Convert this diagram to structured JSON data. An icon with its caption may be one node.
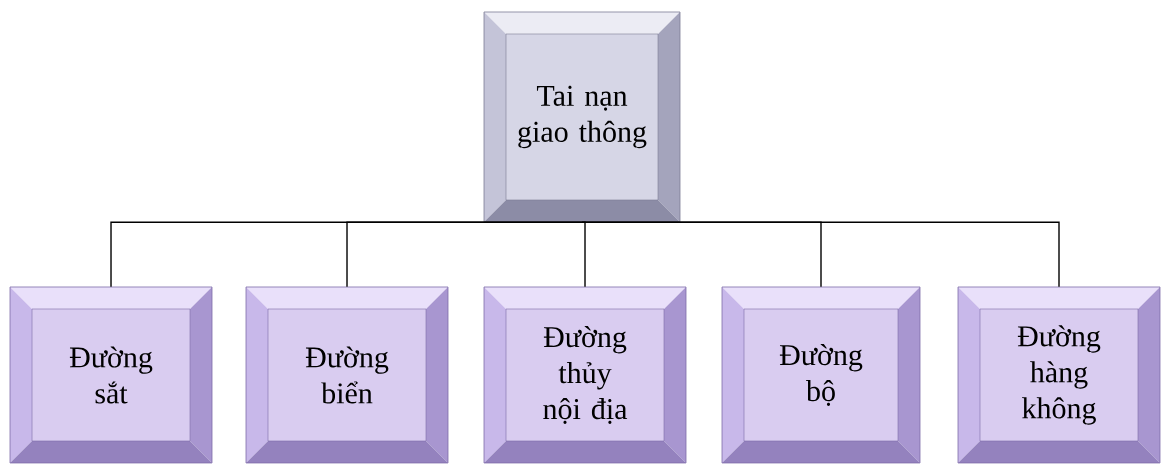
{
  "diagram": {
    "nodes": [
      {
        "text": [
          "Tai nạn giao thông"
        ]
      },
      {
        "text": [
          "Đường sắt"
        ]
      },
      {
        "text": [
          "Đường biển"
        ]
      },
      {
        "text": [
          "Đường thủy nội địa"
        ]
      },
      {
        "text": [
          "Đường bộ"
        ]
      },
      {
        "text": [
          "Đường hàng không"
        ]
      }
    ],
    "edges": [
      {
        "from": 0,
        "to": 1,
        "arrow": "none"
      },
      {
        "from": 0,
        "to": 2,
        "arrow": "none"
      },
      {
        "from": 0,
        "to": 3,
        "arrow": "none"
      },
      {
        "from": 0,
        "to": 4,
        "arrow": "none"
      },
      {
        "from": 0,
        "to": 5,
        "arrow": "none"
      }
    ]
  }
}
